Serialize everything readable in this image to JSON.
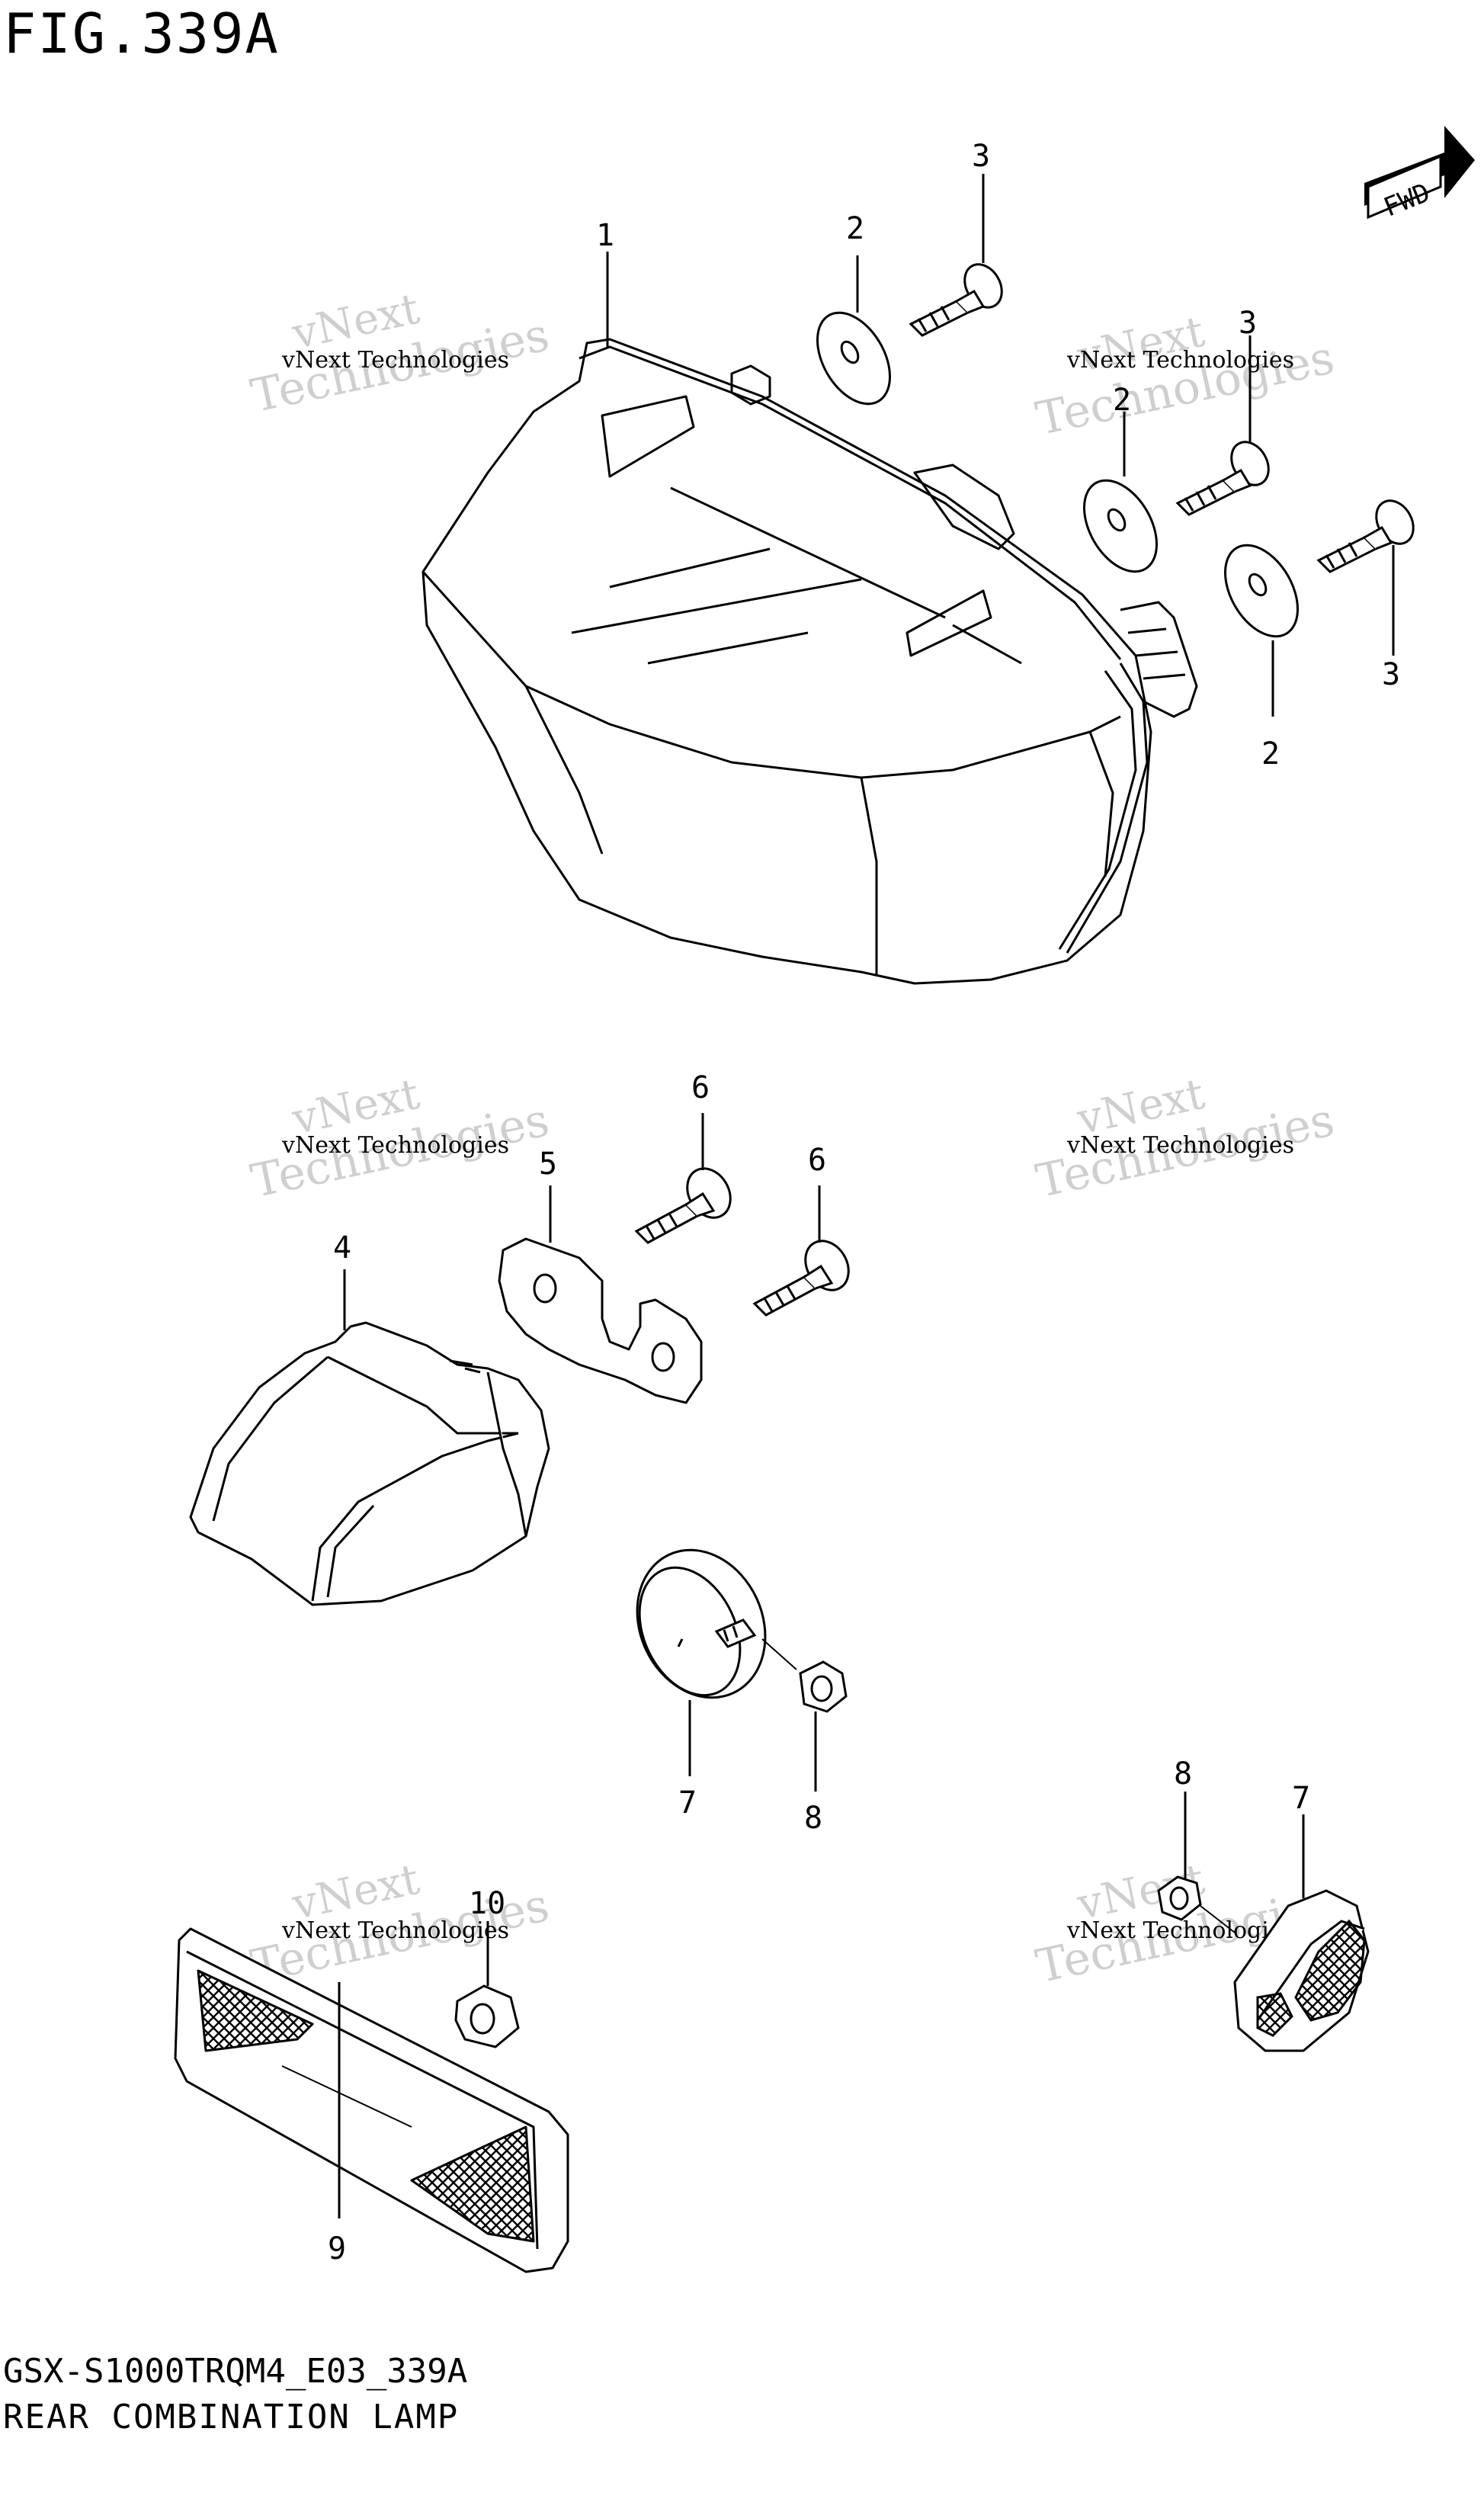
{
  "figure": {
    "title": "FIG.339A",
    "model_code": "GSX-S1000TRQM4_E03_339A",
    "caption": "REAR COMBINATION LAMP",
    "direction_label": "FWD"
  },
  "callouts": {
    "c1": "1",
    "c2a": "2",
    "c2b": "2",
    "c2c": "2",
    "c3a": "3",
    "c3b": "3",
    "c3c": "3",
    "c4": "4",
    "c5": "5",
    "c6a": "6",
    "c6b": "6",
    "c7a": "7",
    "c7b": "7",
    "c8a": "8",
    "c8b": "8",
    "c9": "9",
    "c10": "10"
  },
  "watermark": {
    "line1": "vNext",
    "line2": "vNext Technologies",
    "line3": "Technologies"
  }
}
